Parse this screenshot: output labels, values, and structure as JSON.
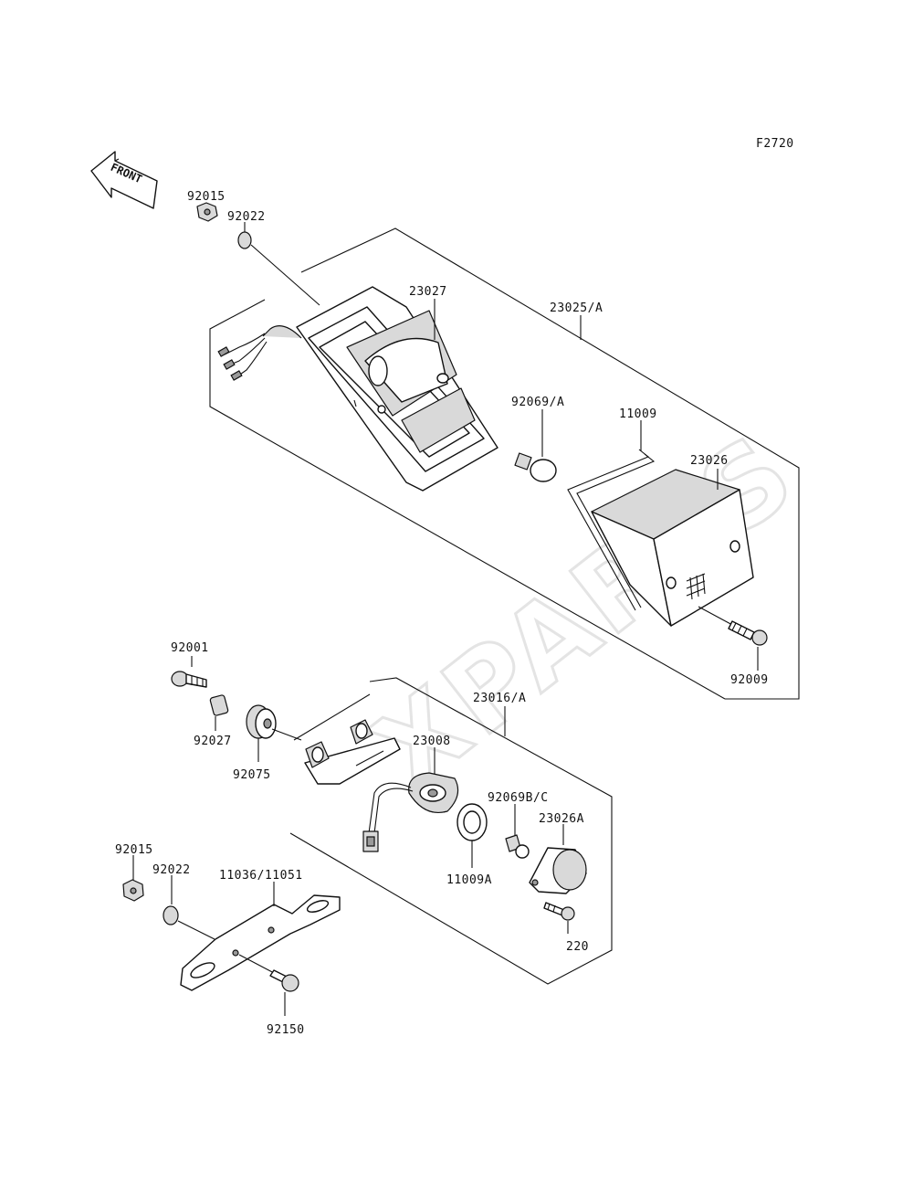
{
  "diagram": {
    "figure_code": "F2720",
    "front_label": "FRONT",
    "watermark": "XPARTS",
    "labels": {
      "p92015_top": "92015",
      "p92022_top": "92022",
      "p23027": "23027",
      "p23025A": "23025/A",
      "p92069A": "92069/A",
      "p11009": "11009",
      "p23026": "23026",
      "p92009": "92009",
      "p92001": "92001",
      "p92027": "92027",
      "p92075": "92075",
      "p23016A": "23016/A",
      "p23008": "23008",
      "p92069BC": "92069B/C",
      "p23026A": "23026A",
      "p11009A": "11009A",
      "p220": "220",
      "p92015_bot": "92015",
      "p92022_bot": "92022",
      "p11036_11051": "11036/11051",
      "p92150": "92150"
    }
  }
}
